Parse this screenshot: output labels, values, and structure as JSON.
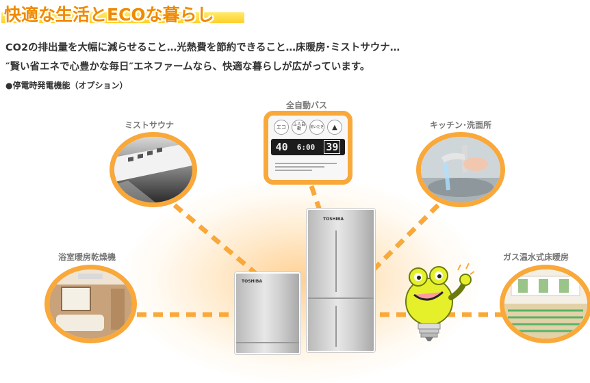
{
  "title": "快適な生活とECOな暮らし",
  "desc_line1": "CO2の排出量を大幅に減らせること…光熱費を節約できること…床暖房･ミストサウナ…",
  "desc_line2": "″賢い省エネで心豊かな毎日″エネファームなら、快適な暮らしが広がっています。",
  "note": "●停電時発電機能（オプション）",
  "features": {
    "bath": "全自動バス",
    "mist": "ミストサウナ",
    "kitchen": "キッチン･洗面所",
    "dryer": "浴室暖房乾燥機",
    "floor": "ガス温水式床暖房"
  },
  "remote": {
    "temp": "40",
    "time": "6:00",
    "level": "39",
    "btn1": "エコ",
    "btn2": "ふろ自動",
    "btn3": "追いだき"
  },
  "brand": "TOSHIBA",
  "colors": {
    "accent": "#f9a83a",
    "title": "#f08a00",
    "highlight": "#ffd02a"
  }
}
